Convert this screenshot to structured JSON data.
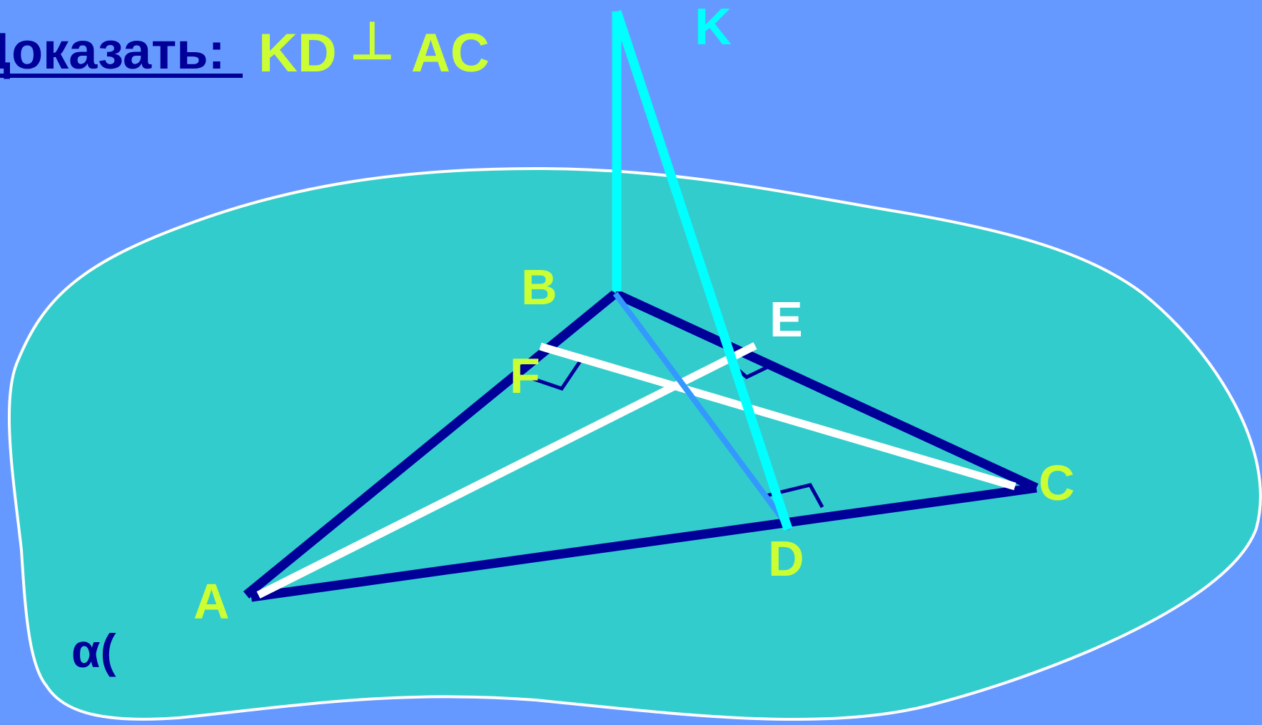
{
  "header": {
    "label": "Доказать:",
    "statement_left": "KD",
    "perp_symbol": "⊥",
    "statement_right": "AC"
  },
  "plane": {
    "label": "α("
  },
  "points": {
    "K": "K",
    "B": "B",
    "E": "E",
    "F": "F",
    "C": "C",
    "D": "D",
    "A": "A"
  },
  "colors": {
    "background": "#6699ff",
    "plane_fill": "#33cccc",
    "plane_outline": "#ffffff",
    "triangle": "#000099",
    "heights": "#ffffff",
    "kb_kd": "#00ffff",
    "bd": "#3399ff",
    "label_yellow": "#ccff33",
    "label_white": "#ffffff",
    "label_cyan": "#00ffff",
    "heading_navy": "#000099"
  }
}
